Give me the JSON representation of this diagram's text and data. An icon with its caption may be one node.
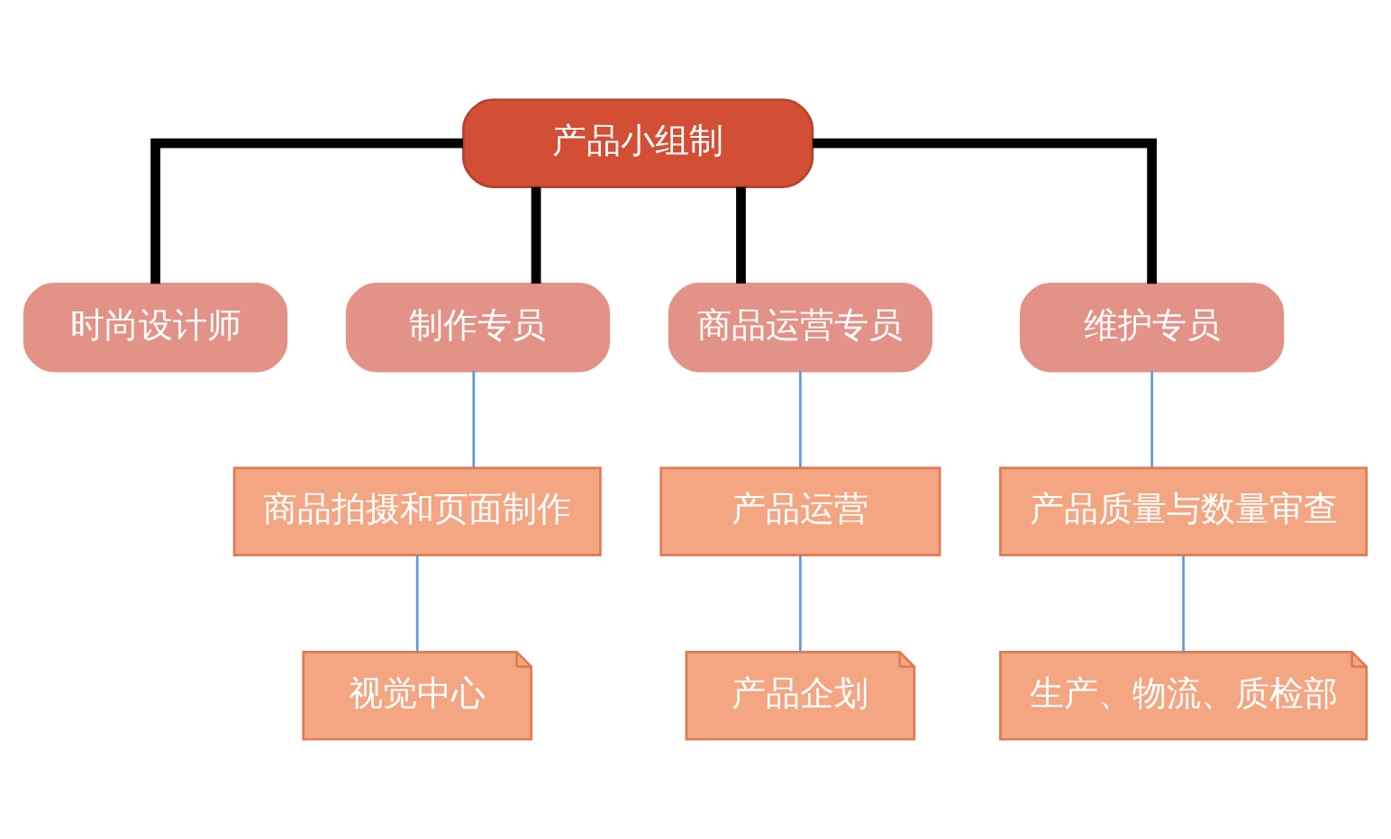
{
  "diagram": {
    "nodes": [
      {
        "text": [
          "产品小组制"
        ]
      },
      {
        "text": [
          "时尚设计师"
        ]
      },
      {
        "text": [
          "制作专员"
        ]
      },
      {
        "text": [
          "商品运营专员"
        ]
      },
      {
        "text": [
          "维护专员"
        ]
      },
      {
        "text": [
          "商品拍摄和页面制作"
        ]
      },
      {
        "text": [
          "产品运营"
        ]
      },
      {
        "text": [
          "产品质量与数量审查"
        ]
      },
      {
        "text": [
          "视觉中心"
        ]
      },
      {
        "text": [
          "产品企划"
        ]
      },
      {
        "text": [
          "生产、物流、质检部"
        ]
      }
    ],
    "edges": [
      {
        "from": 0,
        "to": 1,
        "arrow": "none",
        "style": "thick",
        "color": "#000000"
      },
      {
        "from": 0,
        "to": 2,
        "arrow": "none",
        "style": "thick",
        "color": "#000000"
      },
      {
        "from": 0,
        "to": 3,
        "arrow": "none",
        "style": "thick",
        "color": "#000000"
      },
      {
        "from": 0,
        "to": 4,
        "arrow": "none",
        "style": "thick",
        "color": "#000000"
      },
      {
        "from": 2,
        "to": 5,
        "arrow": "none"
      },
      {
        "from": 3,
        "to": 6,
        "arrow": "none"
      },
      {
        "from": 4,
        "to": 7,
        "arrow": "none"
      },
      {
        "from": 5,
        "to": 8,
        "arrow": "none"
      },
      {
        "from": 6,
        "to": 9,
        "arrow": "none"
      },
      {
        "from": 7,
        "to": 10,
        "arrow": "none"
      }
    ]
  }
}
